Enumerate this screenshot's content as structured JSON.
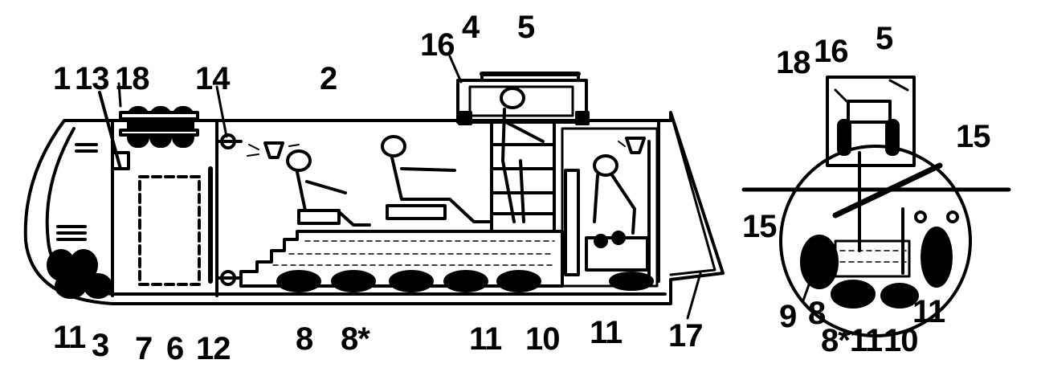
{
  "side_view": {
    "callouts": {
      "c1": "1",
      "c13": "13",
      "c18": "18",
      "c14": "14",
      "c2": "2",
      "c16": "16",
      "c4": "4",
      "c5": "5",
      "c11a": "11",
      "c3": "3",
      "c7": "7",
      "c6": "6",
      "c12": "12",
      "c8": "8",
      "c8s": "8*",
      "c11b": "11",
      "c10": "10",
      "c11c": "11",
      "c17": "17"
    }
  },
  "cross_section": {
    "callouts": {
      "c18": "18",
      "c16": "16",
      "c5": "5",
      "c15a": "15",
      "c15b": "15",
      "c9": "9",
      "c8": "8",
      "c8s11": "8*11",
      "c10": "10",
      "c11": "11"
    }
  }
}
